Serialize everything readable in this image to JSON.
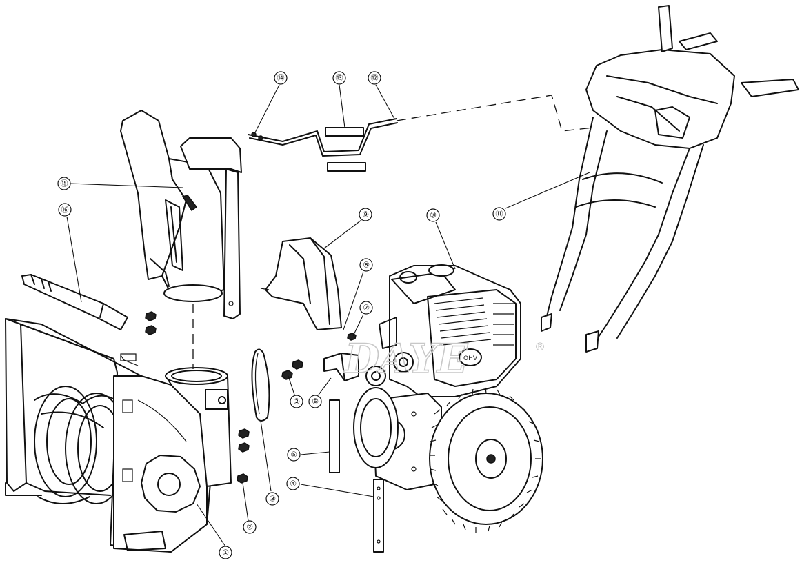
{
  "callouts": [
    {
      "id": "1",
      "label": "①"
    },
    {
      "id": "2a",
      "label": "②"
    },
    {
      "id": "2b",
      "label": "②"
    },
    {
      "id": "3",
      "label": "③"
    },
    {
      "id": "4",
      "label": "④"
    },
    {
      "id": "5",
      "label": "⑤"
    },
    {
      "id": "6",
      "label": "⑥"
    },
    {
      "id": "7",
      "label": "⑦"
    },
    {
      "id": "8",
      "label": "⑧"
    },
    {
      "id": "9",
      "label": "⑨"
    },
    {
      "id": "10",
      "label": "⑩"
    },
    {
      "id": "11",
      "label": "⑪"
    },
    {
      "id": "12",
      "label": "⑫"
    },
    {
      "id": "13",
      "label": "⑬"
    },
    {
      "id": "14",
      "label": "⑭"
    },
    {
      "id": "15",
      "label": "⑮"
    },
    {
      "id": "16",
      "label": "⑯"
    }
  ],
  "watermark": {
    "text": "DAYE",
    "registered": "®"
  },
  "engine_label": "OHV",
  "colors": {
    "line": "#111111",
    "background": "#ffffff",
    "watermark": "#c8c8c8"
  }
}
